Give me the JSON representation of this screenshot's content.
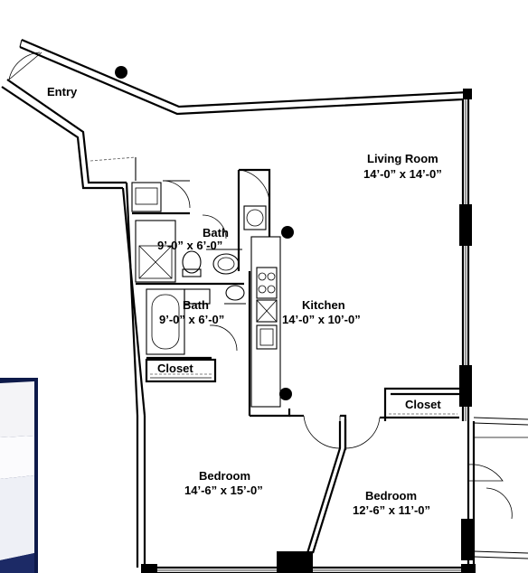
{
  "rooms": {
    "entry": {
      "name": "Entry"
    },
    "living": {
      "name": "Living Room",
      "dim": "14’-0” x 14’-0”"
    },
    "bath1": {
      "name": "Bath",
      "dim": "9’-0” x 6’-0”"
    },
    "bath2": {
      "name": "Bath",
      "dim": "9’-0” x 6’-0”"
    },
    "kitchen": {
      "name": "Kitchen",
      "dim": "14’-0” x 10’-0”"
    },
    "closet_left": {
      "name": "Closet"
    },
    "closet_right": {
      "name": "Closet"
    },
    "bedroom1": {
      "name": "Bedroom",
      "dim": "14’-6” x 15’-0”"
    },
    "bedroom2": {
      "name": "Bedroom",
      "dim": "12’-6” x 11’-0”"
    }
  }
}
